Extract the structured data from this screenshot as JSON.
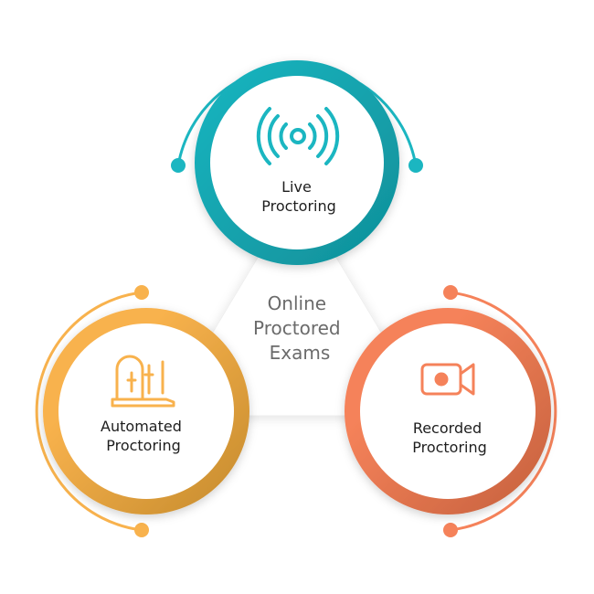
{
  "center": {
    "lines": [
      "Online",
      "Proctored",
      "Exams"
    ],
    "text_color": "#6b6b6b"
  },
  "nodes": {
    "live": {
      "lines": [
        "Live",
        "Proctoring"
      ],
      "icon": "broadcast-signal-icon",
      "color": "#1bb6c1",
      "color_dark": "#0f8f99"
    },
    "automated": {
      "lines": [
        "Automated",
        "Proctoring"
      ],
      "icon": "automated-desk-icon",
      "color": "#f8b24d",
      "color_dark": "#c48a2c"
    },
    "recorded": {
      "lines": [
        "Recorded",
        "Proctoring"
      ],
      "icon": "video-camera-icon",
      "color": "#f5825a",
      "color_dark": "#c4603c"
    }
  },
  "label_color": "#1e1e1e"
}
